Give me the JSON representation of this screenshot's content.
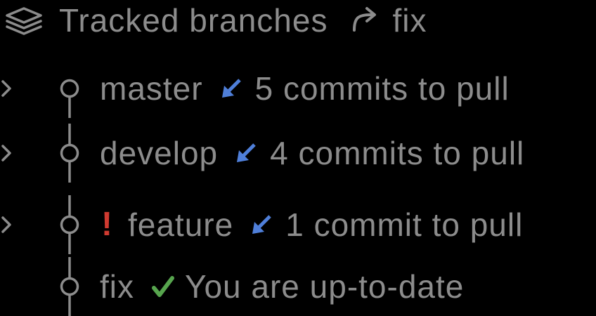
{
  "header": {
    "title": "Tracked branches",
    "current_branch": "fix"
  },
  "branches": [
    {
      "name": "master",
      "status": "5 commits to pull",
      "state": "behind",
      "expandable": true,
      "alert": false
    },
    {
      "name": "develop",
      "status": "4 commits to pull",
      "state": "behind",
      "expandable": true,
      "alert": false
    },
    {
      "name": "feature",
      "status": "1 commit to pull",
      "state": "behind",
      "expandable": true,
      "alert": true
    },
    {
      "name": "fix",
      "status": "You are up-to-date",
      "state": "up-to-date",
      "expandable": false,
      "alert": false
    }
  ],
  "icons": {
    "header": "layers-icon",
    "checkout": "arrow-hook-right-icon",
    "expand": "chevron-right-icon",
    "branch": "branch-node-icon",
    "behind": "arrow-down-left-icon",
    "up_to_date": "check-icon",
    "alert_glyph": "!"
  },
  "colors": {
    "background": "#000000",
    "text": "#8c8c8c",
    "pull_arrow_blue": "#4f7fd9",
    "alert_red": "#cf3a30",
    "check_green": "#57a54e"
  }
}
